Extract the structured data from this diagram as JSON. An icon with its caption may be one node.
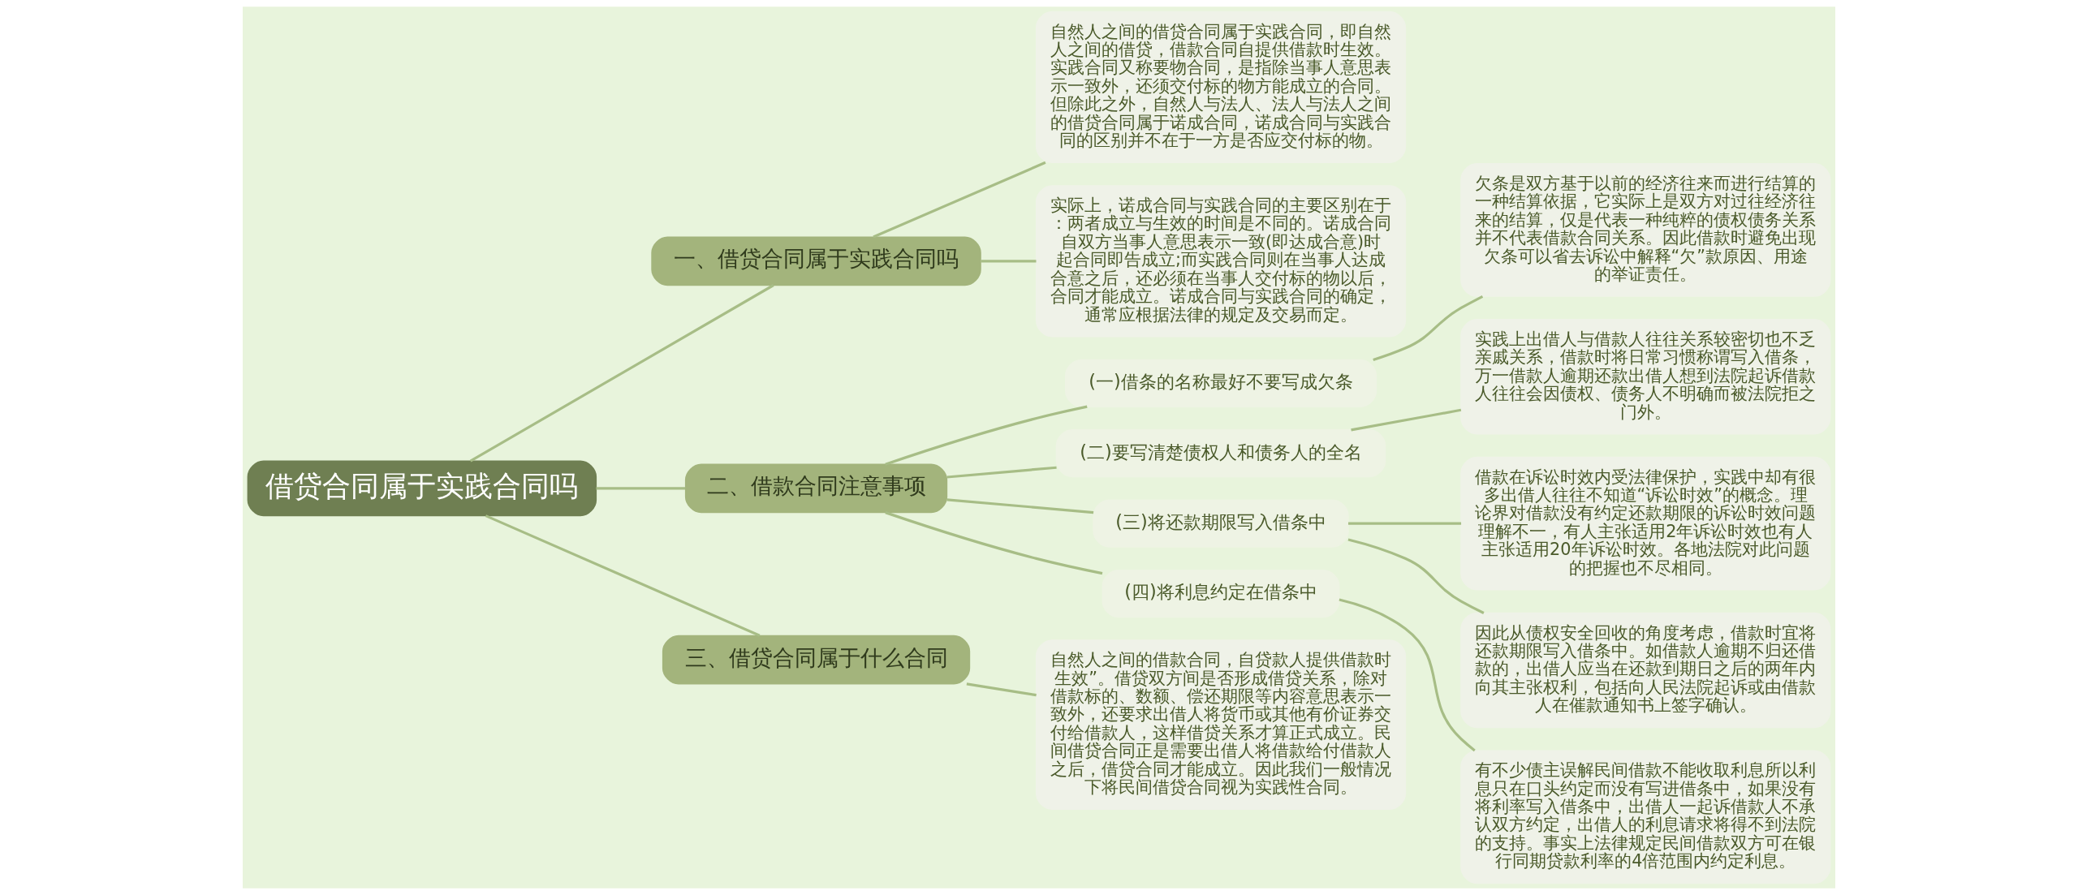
{
  "diagram": {
    "nodes": [
      {
        "text": [
          "借贷合同属于实践合同吗"
        ]
      },
      {
        "text": [
          "一、借贷合同属于实践合同吗"
        ]
      },
      {
        "text": [
          "自然人之间的借贷合同属于实践合同，即自然人之间的借贷，借款合同自提供借款时生效。实践合同又称要物合同，是指除当事人意思表示一致外，还须交付标的物方能成立的合同。但除此之外，自然人与法人、法人与法人之间的借贷合同属于诺成合同，诺成合同与实践合同的区别并不在于一方是否应交付标的物。"
        ]
      },
      {
        "text": [
          "实际上，诺成合同与实践合同的主要区别在于：两者成立与生效的时间是不同的。诺成合同自双方当事人意思表示一致(即达成合意)时起合同即告成立;而实践合同则在当事人达成合意之后，还必须在当事人交付标的物以后，合同才能成立。诺成合同与实践合同的确定，通常应根据法律的规定及交易而定。"
        ]
      },
      {
        "text": [
          "二、借款合同注意事项"
        ]
      },
      {
        "text": [
          "(一)借条的名称最好不要写成欠条"
        ]
      },
      {
        "text": [
          "欠条是双方基于以前的经济往来而进行结算的一种结算依据，它实际上是双方对过往经济往来的结算，仅是代表一种纯粹的债权债务关系并不代表借款合同关系。因此借款时避免出现欠条可以省去诉讼中解释“欠”款原因、用途的举证责任。"
        ]
      },
      {
        "text": [
          "(二)要写清楚债权人和债务人的全名"
        ]
      },
      {
        "text": [
          "实践上出借人与借款人往往关系较密切也不乏亲戚关系，借款时将日常习惯称谓写入借条，万一借款人逾期还款出借人想到法院起诉借款人往往会因债权、债务人不明确而被法院拒之门外。"
        ]
      },
      {
        "text": [
          "(三)将还款期限写入借条中"
        ]
      },
      {
        "text": [
          "借款在诉讼时效内受法律保护，实践中却有很多出借人往往不知道“诉讼时效”的概念。理论界对借款没有约定还款期限的诉讼时效问题理解不一，有人主张适用2年诉讼时效也有人主张适用20年诉讼时效。各地法院对此问题的把握也不尽相同。"
        ]
      },
      {
        "text": [
          "因此从债权安全回收的角度考虑，借款时宜将还款期限写入借条中。如借款人逾期不归还借款的，出借人应当在还款到期日之后的两年内向其主张权利，包括向人民法院起诉或由借款人在催款通知书上签字确认。"
        ]
      },
      {
        "text": [
          "(四)将利息约定在借条中"
        ]
      },
      {
        "text": [
          "有不少债主误解民间借款不能收取利息所以利息只在口头约定而没有写进借条中，如果没有将利率写入借条中，出借人一起诉借款人不承认双方约定，出借人的利息请求将得不到法院的支持。事实上法律规定民间借款双方可在银行同期贷款利率的4倍范围内约定利息。"
        ]
      },
      {
        "text": [
          "三、借贷合同属于什么合同"
        ]
      },
      {
        "text": [
          "自然人之间的借款合同，自贷款人提供借款时生效”。借贷双方间是否形成借贷关系，除对借款标的、数额、偿还期限等内容意思表示一致外，还要求出借人将货币或其他有价证券交付给借款人，这样借贷关系才算正式成立。民间借贷合同正是需要出借人将借款给付借款人之后，借贷合同才能成立。因此我们一般情况下将民间借贷合同视为实践性合同。"
        ]
      }
    ],
    "edges": [
      {
        "from": 0,
        "to": 1,
        "arrow": "none"
      },
      {
        "from": 1,
        "to": 2,
        "arrow": "none"
      },
      {
        "from": 1,
        "to": 3,
        "arrow": "none"
      },
      {
        "from": 0,
        "to": 4,
        "arrow": "none"
      },
      {
        "from": 4,
        "to": 5,
        "arrow": "none"
      },
      {
        "from": 5,
        "to": 6,
        "arrow": "none"
      },
      {
        "from": 4,
        "to": 7,
        "arrow": "none"
      },
      {
        "from": 7,
        "to": 8,
        "arrow": "none"
      },
      {
        "from": 4,
        "to": 9,
        "arrow": "none"
      },
      {
        "from": 9,
        "to": 10,
        "arrow": "none"
      },
      {
        "from": 9,
        "to": 11,
        "arrow": "none"
      },
      {
        "from": 4,
        "to": 12,
        "arrow": "none"
      },
      {
        "from": 12,
        "to": 13,
        "arrow": "none"
      },
      {
        "from": 0,
        "to": 14,
        "arrow": "none"
      },
      {
        "from": 14,
        "to": 15,
        "arrow": "none"
      }
    ]
  }
}
